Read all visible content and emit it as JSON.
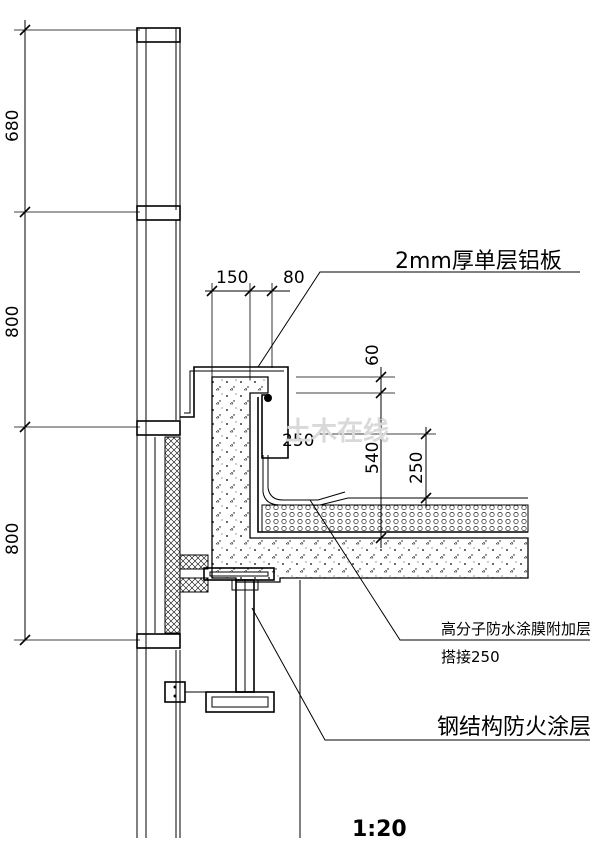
{
  "dimensions": {
    "left_top": "680",
    "left_middle": "800",
    "left_bottom": "800",
    "top_a": "150",
    "top_b": "80",
    "right_60": "60",
    "mid_250": "250",
    "right_540": "540",
    "right_250": "250"
  },
  "annotations": {
    "aluminum_plate": "2mm厚单层铝板",
    "waterproof_line1": "高分子防水涂膜附加层",
    "waterproof_line2": "搭接250",
    "fire_coating": "钢结构防火涂层"
  },
  "scale_label": "1:20",
  "watermark": "土木在线"
}
